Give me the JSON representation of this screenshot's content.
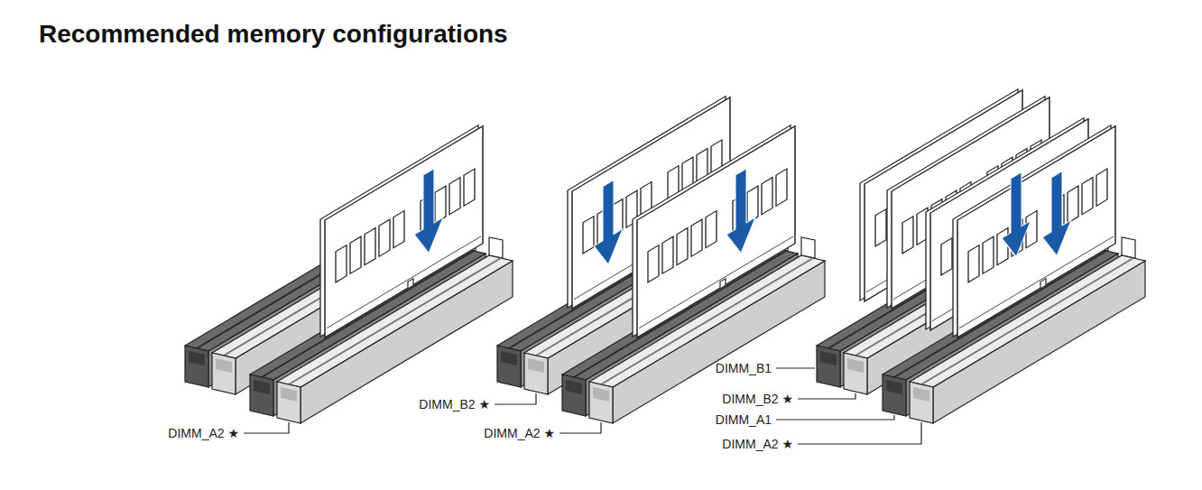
{
  "diagram": {
    "title": "Recommended memory configurations",
    "labels": [
      "DIMM_A2 ★",
      "DIMM_B2 ★",
      "DIMM_A2 ★",
      "DIMM_B1",
      "DIMM_B2 ★",
      "DIMM_A1",
      "DIMM_A2 ★"
    ]
  }
}
